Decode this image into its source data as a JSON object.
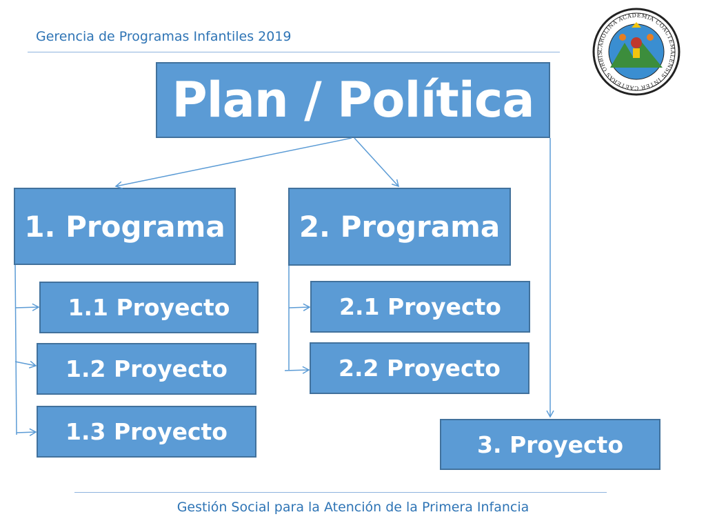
{
  "header": {
    "title": "Gerencia de Programas Infantiles 2019"
  },
  "footer": {
    "text": "Gestión Social para la Atención de la Primera Infancia"
  },
  "diagram": {
    "root": "Plan / Política",
    "program_1": "1. Programa",
    "program_2": "2. Programa",
    "project_1_1": "1.1 Proyecto",
    "project_1_2": "1.2 Proyecto",
    "project_1_3": "1.3 Proyecto",
    "project_2_1": "2.1 Proyecto",
    "project_2_2": "2.2 Proyecto",
    "project_3": "3. Proyecto"
  },
  "seal": {
    "ring_text": "CAROLINA ACADEMIA COACTEMALENSIS INTER CAETERAS ORBIS CONSPICUA"
  },
  "colors": {
    "box_fill": "#5b9bd5",
    "box_border": "#41719c",
    "accent_text": "#2e74b5",
    "connector": "#5b9bd5"
  }
}
